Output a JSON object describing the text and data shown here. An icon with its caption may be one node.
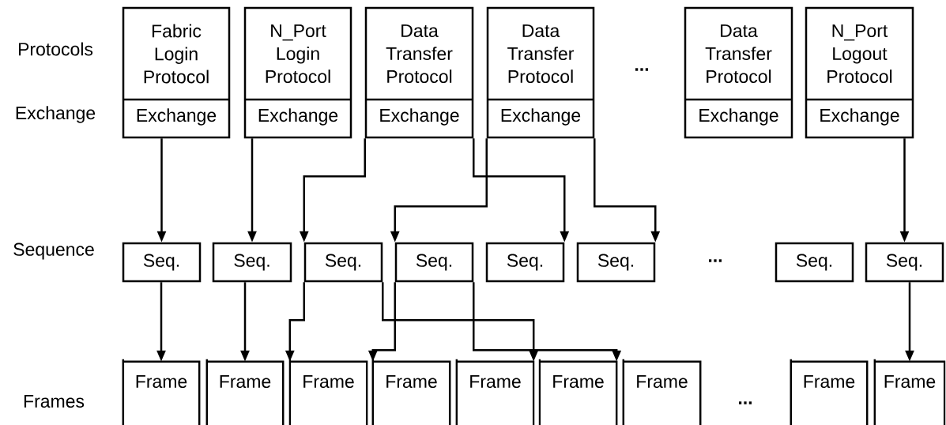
{
  "diagram": {
    "nodes": [
      {
        "text": [
          "Fabric Login Protocol",
          "Exchange"
        ]
      },
      {
        "text": [
          "N_Port Login Protocol",
          "Exchange"
        ]
      },
      {
        "text": [
          "Data Transfer Protocol",
          "Exchange"
        ]
      },
      {
        "text": [
          "Data Transfer Protocol",
          "Exchange"
        ]
      },
      {
        "text": [
          "Data Transfer Protocol",
          "Exchange"
        ]
      },
      {
        "text": [
          "N_Port Logout Protocol",
          "Exchange"
        ]
      },
      {
        "text": [
          "Seq."
        ]
      },
      {
        "text": [
          "Seq."
        ]
      },
      {
        "text": [
          "Seq."
        ]
      },
      {
        "text": [
          "Seq."
        ]
      },
      {
        "text": [
          "Seq."
        ]
      },
      {
        "text": [
          "Seq."
        ]
      },
      {
        "text": [
          "Seq."
        ]
      },
      {
        "text": [
          "Seq."
        ]
      },
      {
        "text": [
          "Frame"
        ]
      },
      {
        "text": [
          "Frame"
        ]
      },
      {
        "text": [
          "Frame"
        ]
      },
      {
        "text": [
          "Frame"
        ]
      },
      {
        "text": [
          "Frame"
        ]
      },
      {
        "text": [
          "Frame"
        ]
      },
      {
        "text": [
          "Frame"
        ]
      },
      {
        "text": [
          "Frame"
        ]
      },
      {
        "text": [
          "Frame"
        ]
      }
    ],
    "edges": [
      {
        "from": 0,
        "to": 6,
        "arrow": "to"
      },
      {
        "from": 1,
        "to": 7,
        "arrow": "to"
      },
      {
        "from": 2,
        "to": 8,
        "arrow": "to"
      },
      {
        "from": 2,
        "to": 10,
        "arrow": "to"
      },
      {
        "from": 3,
        "to": 9,
        "arrow": "to"
      },
      {
        "from": 3,
        "to": 11,
        "arrow": "to"
      },
      {
        "from": 5,
        "to": 13,
        "arrow": "to"
      },
      {
        "from": 6,
        "to": 14,
        "arrow": "to"
      },
      {
        "from": 7,
        "to": 15,
        "arrow": "to"
      },
      {
        "from": 8,
        "to": 16,
        "arrow": "to"
      },
      {
        "from": 8,
        "to": 18,
        "arrow": "to"
      },
      {
        "from": 9,
        "to": 17,
        "arrow": "to"
      },
      {
        "from": 9,
        "to": 19,
        "arrow": "to"
      },
      {
        "from": 13,
        "to": 22,
        "arrow": "to"
      }
    ],
    "labels": [
      "Protocols",
      "...",
      "Exchange",
      "Sequence",
      "...",
      "Frames",
      "..."
    ]
  }
}
